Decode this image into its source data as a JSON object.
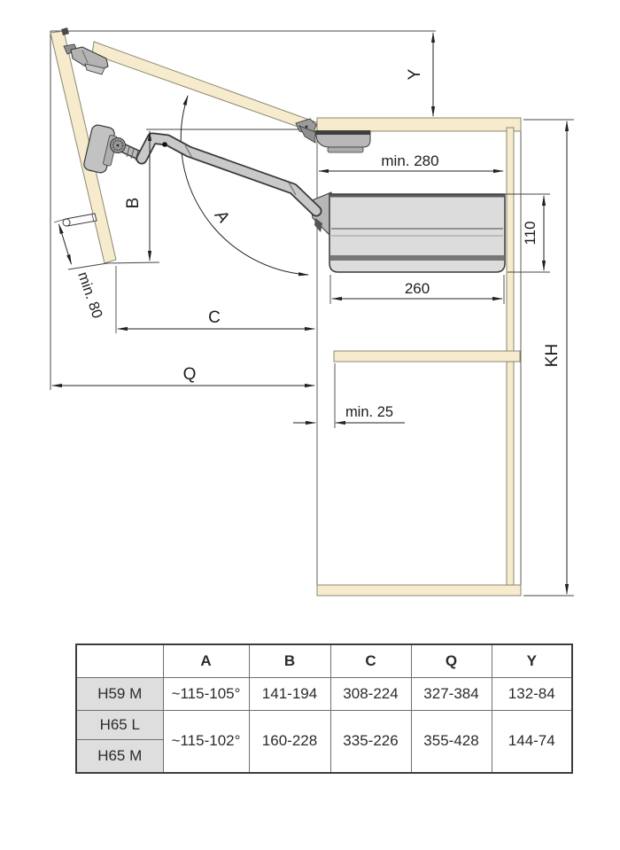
{
  "diagram": {
    "dims": {
      "y": "Y",
      "min280": "min. 280",
      "d110": "110",
      "d260": "260",
      "b": "B",
      "a": "A",
      "min80": "min. 80",
      "c": "C",
      "q": "Q",
      "min25": "min. 25",
      "kh": "KH"
    },
    "colors": {
      "wood": "#f6ebcd",
      "metal_light": "#dcdcdc",
      "metal_mid": "#c9c9c9",
      "metal_dark": "#787878",
      "line": "#222222"
    }
  },
  "table": {
    "col_headers": {
      "a": "A",
      "b": "B",
      "c": "C",
      "q": "Q",
      "y": "Y"
    },
    "h59m": {
      "model": "H59 M",
      "a": "~115-105°",
      "b": "141-194",
      "c": "308-224",
      "q": "327-384",
      "y": "132-84"
    },
    "h65l_model": "H65 L",
    "h65m_model": "H65 M",
    "h65": {
      "a": "~115-102°",
      "b": "160-228",
      "c": "335-226",
      "q": "355-428",
      "y": "144-74"
    }
  }
}
